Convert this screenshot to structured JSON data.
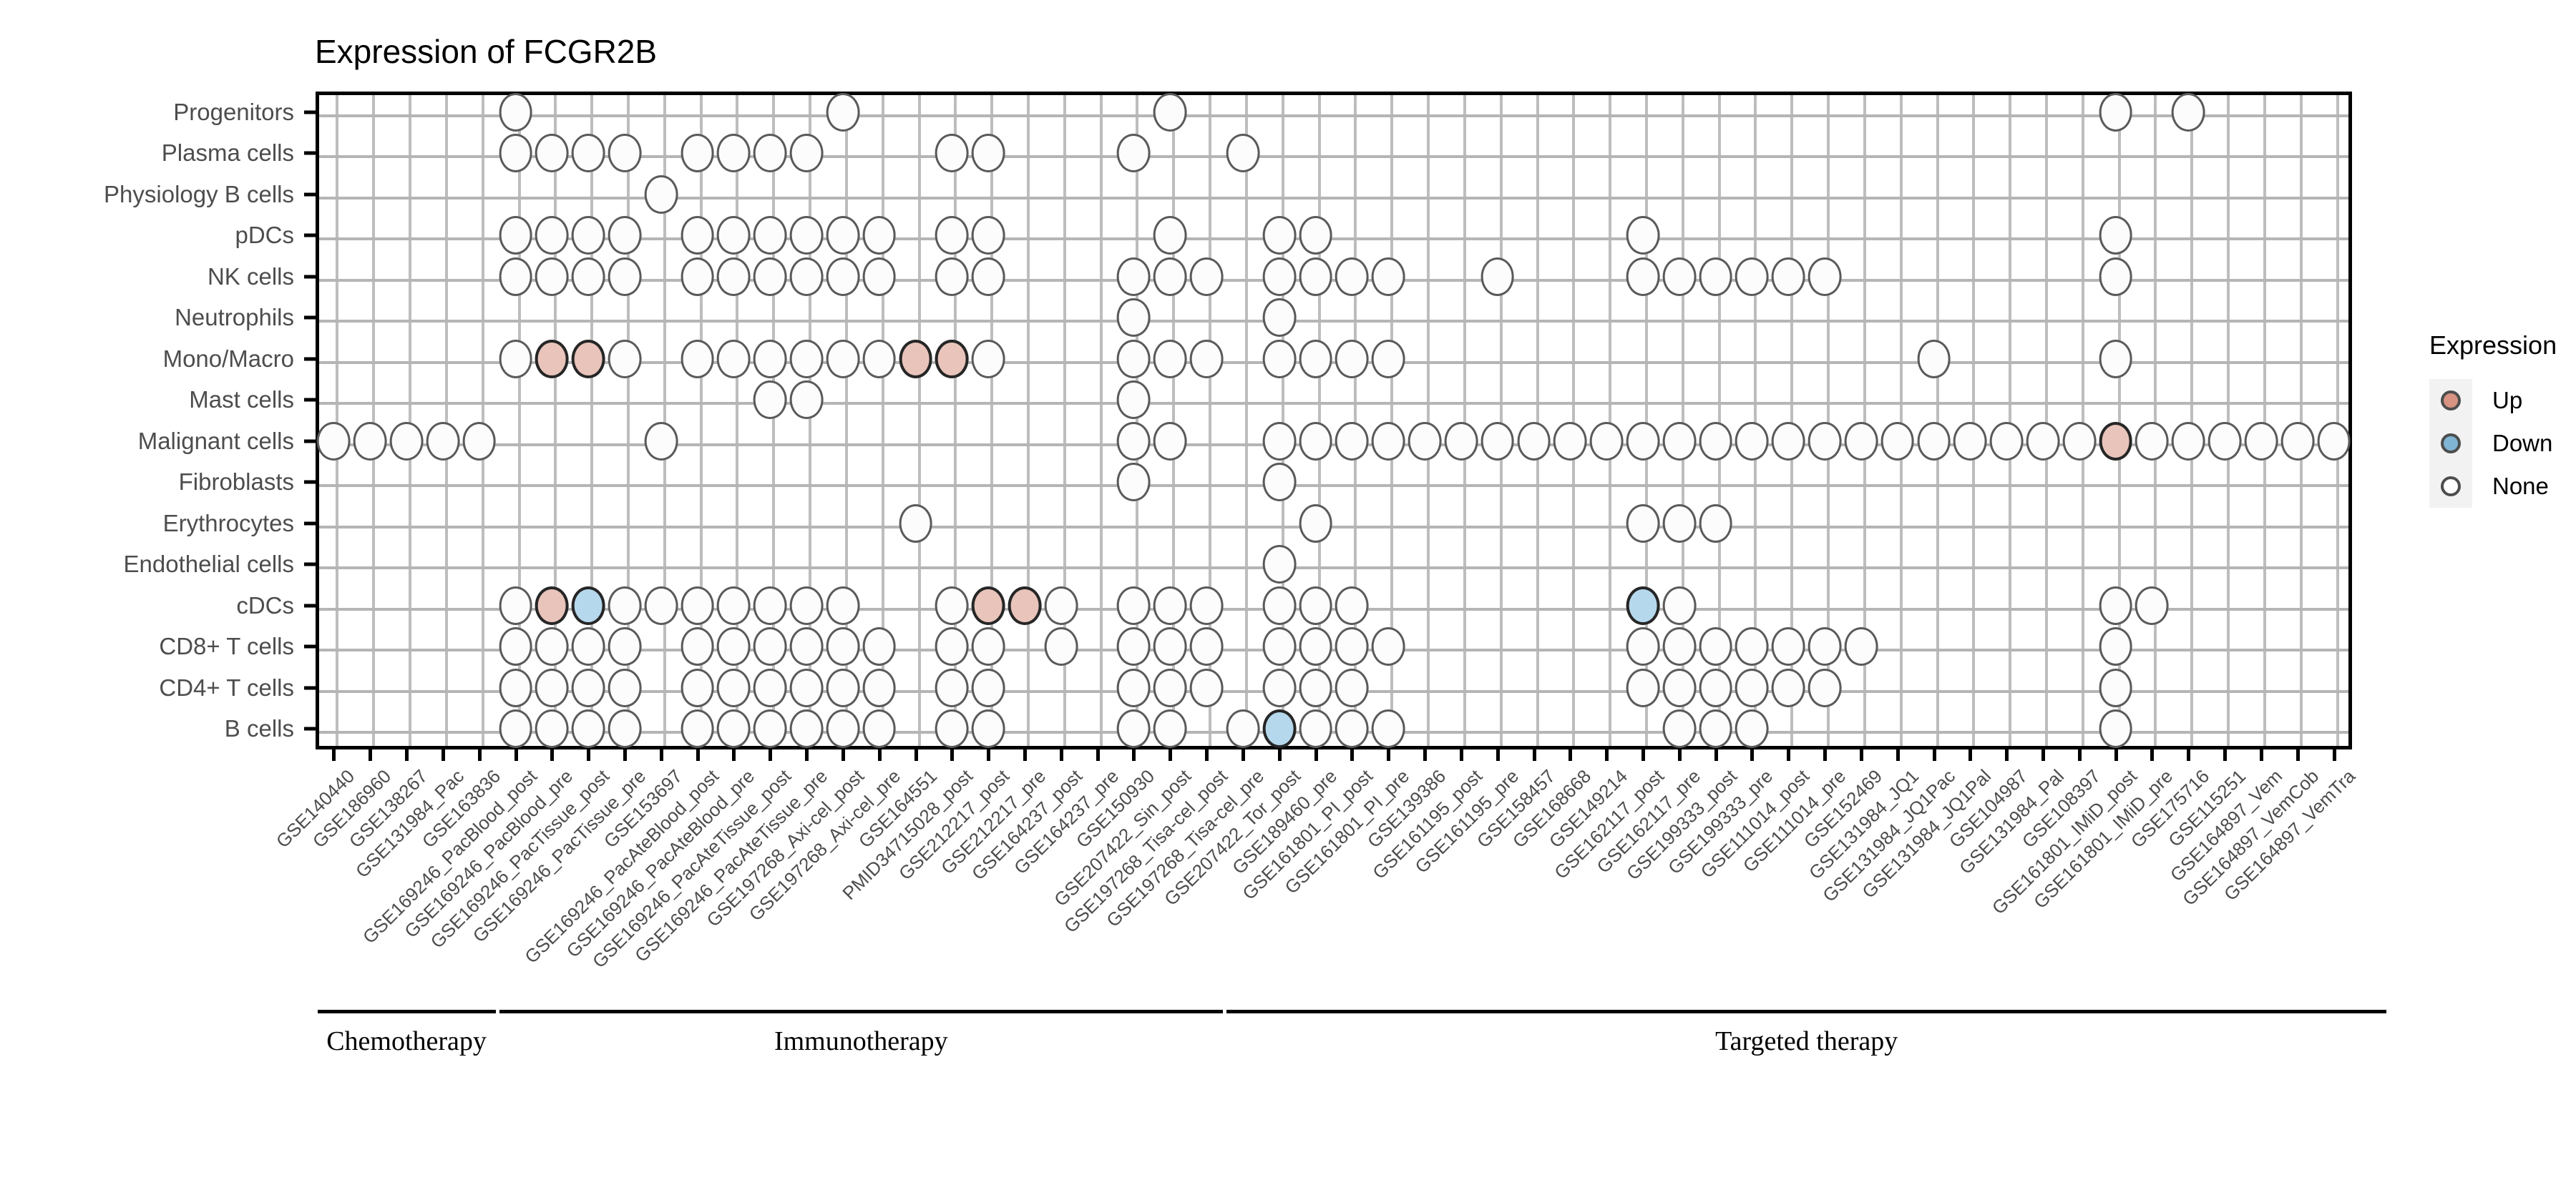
{
  "chart_title": "Expression of FCGR2B",
  "legend": {
    "title": "Expression",
    "items": [
      {
        "label": "Up",
        "color": "#d89383"
      },
      {
        "label": "Down",
        "color": "#7fb4d4"
      },
      {
        "label": "None",
        "color": "#ffffff"
      }
    ]
  },
  "groups": [
    {
      "label": "Chemotherapy",
      "start": 0,
      "end": 4
    },
    {
      "label": "Immunotherapy",
      "start": 5,
      "end": 24
    },
    {
      "label": "Targeted therapy",
      "start": 25,
      "end": 56
    }
  ],
  "chart_data": {
    "type": "heatmap",
    "title": "Expression of FCGR2B",
    "xlabel": "",
    "ylabel": "",
    "grid": true,
    "legend_position": "right",
    "value_legend": [
      "Up",
      "Down",
      "None"
    ],
    "colors": {
      "Up": "#d89383",
      "Down": "#7fb4d4",
      "None": "#ffffff",
      "empty": "none"
    },
    "y_categories": [
      "Progenitors",
      "Plasma cells",
      "Physiology B cells",
      "pDCs",
      "NK cells",
      "Neutrophils",
      "Mono/Macro",
      "Mast cells",
      "Malignant cells",
      "Fibroblasts",
      "Erythrocytes",
      "Endothelial cells",
      "cDCs",
      "CD8+ T cells",
      "CD4+ T cells",
      "B cells"
    ],
    "x_categories": [
      "GSE140440",
      "GSE186960",
      "GSE138267",
      "GSE131984_Pac",
      "GSE163836",
      "GSE169246_PacBlood_post",
      "GSE169246_PacBlood_pre",
      "GSE169246_PacTissue_post",
      "GSE169246_PacTissue_pre",
      "GSE153697",
      "GSE169246_PacAteBlood_post",
      "GSE169246_PacAteBlood_pre",
      "GSE169246_PacAteTissue_post",
      "GSE169246_PacAteTissue_pre",
      "GSE197268_Axi-cel_post",
      "GSE197268_Axi-cel_pre",
      "GSE164551",
      "PMID34715028_post",
      "GSE212217_post",
      "GSE212217_pre",
      "GSE164237_post",
      "GSE164237_pre",
      "GSE150930",
      "GSE207422_Sin_post",
      "GSE197268_Tisa-cel_post",
      "GSE197268_Tisa-cel_pre",
      "GSE207422_Tor_post",
      "GSE189460_pre",
      "GSE161801_PI_post",
      "GSE161801_PI_pre",
      "GSE139386",
      "GSE161195_post",
      "GSE161195_pre",
      "GSE158457",
      "GSE168668",
      "GSE149214",
      "GSE162117_post",
      "GSE162117_pre",
      "GSE199333_post",
      "GSE199333_pre",
      "GSE111014_post",
      "GSE111014_pre",
      "GSE152469",
      "GSE131984_JQ1",
      "GSE131984_JQ1Pac",
      "GSE131984_JQ1Pal",
      "GSE104987",
      "GSE131984_Pal",
      "GSE108397",
      "GSE161801_IMiD_post",
      "GSE161801_IMiD_pre",
      "GSE175716",
      "GSE115251",
      "GSE164897_Vem",
      "GSE164897_VemCob",
      "GSE164897_VemTra"
    ],
    "cells": [
      {
        "row": 0,
        "cols_none": [
          5,
          14,
          23,
          49,
          51
        ]
      },
      {
        "row": 1,
        "cols_none": [
          5,
          6,
          7,
          8,
          10,
          11,
          12,
          13,
          17,
          18,
          22,
          25
        ]
      },
      {
        "row": 2,
        "cols_none": [
          9
        ]
      },
      {
        "row": 3,
        "cols_none": [
          5,
          6,
          7,
          8,
          10,
          11,
          12,
          13,
          14,
          15,
          17,
          18,
          23,
          26,
          27,
          36,
          49
        ]
      },
      {
        "row": 4,
        "cols_none": [
          5,
          6,
          7,
          8,
          10,
          11,
          12,
          13,
          14,
          15,
          17,
          18,
          22,
          23,
          24,
          26,
          27,
          28,
          29,
          32,
          36,
          37,
          38,
          39,
          40,
          41,
          49
        ]
      },
      {
        "row": 5,
        "cols_none": [
          22,
          26
        ]
      },
      {
        "row": 6,
        "cols_none": [
          5,
          8,
          10,
          11,
          12,
          13,
          14,
          15,
          17,
          18,
          22,
          23,
          24,
          26,
          27,
          28,
          29,
          44,
          49
        ],
        "cols_up": [
          6,
          7,
          16,
          17
        ]
      },
      {
        "row": 7,
        "cols_none": [
          12,
          13,
          22
        ]
      },
      {
        "row": 8,
        "cols_none": [
          0,
          1,
          2,
          3,
          4,
          9,
          22,
          23,
          26,
          27,
          28,
          29,
          30,
          31,
          32,
          33,
          34,
          35,
          36,
          37,
          38,
          39,
          40,
          41,
          42,
          43,
          44,
          45,
          46,
          47,
          48,
          50,
          51,
          52,
          53,
          54,
          55
        ],
        "cols_up": [
          49
        ]
      },
      {
        "row": 9,
        "cols_none": [
          22,
          26
        ]
      },
      {
        "row": 10,
        "cols_none": [
          16,
          27,
          36,
          37,
          38
        ]
      },
      {
        "row": 11,
        "cols_none": [
          26
        ]
      },
      {
        "row": 12,
        "cols_none": [
          5,
          8,
          9,
          10,
          11,
          12,
          13,
          14,
          17,
          20,
          22,
          23,
          24,
          26,
          27,
          28,
          37,
          49,
          50
        ],
        "cols_up": [
          6,
          18,
          19
        ],
        "cols_down": [
          7,
          36
        ]
      },
      {
        "row": 13,
        "cols_none": [
          5,
          6,
          7,
          8,
          10,
          11,
          12,
          13,
          14,
          15,
          17,
          18,
          20,
          22,
          23,
          24,
          26,
          27,
          28,
          29,
          36,
          37,
          38,
          39,
          40,
          41,
          42,
          49
        ]
      },
      {
        "row": 14,
        "cols_none": [
          5,
          6,
          7,
          8,
          10,
          11,
          12,
          13,
          14,
          15,
          17,
          18,
          22,
          23,
          24,
          26,
          27,
          28,
          36,
          37,
          38,
          39,
          40,
          41,
          49
        ]
      },
      {
        "row": 15,
        "cols_none": [
          5,
          6,
          7,
          8,
          10,
          11,
          12,
          13,
          14,
          15,
          17,
          18,
          22,
          23,
          25,
          27,
          28,
          29,
          37,
          38,
          39,
          49
        ],
        "cols_down": [
          26
        ]
      }
    ]
  }
}
